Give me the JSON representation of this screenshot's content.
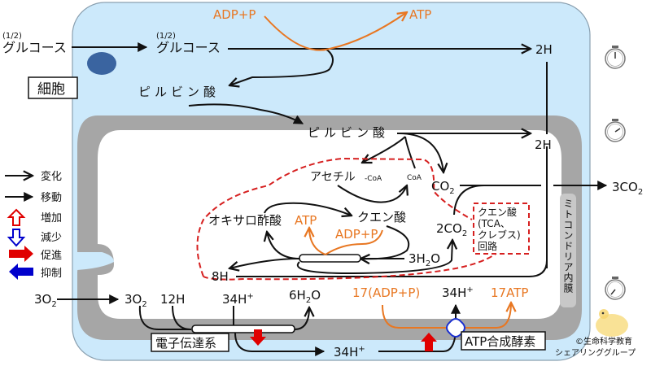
{
  "colors": {
    "cell_fill": "#cce9fb",
    "cell_stroke": "#8aa0b0",
    "membrane": "#a6a6a6",
    "matrix": "#ffffff",
    "orange": "#e87722",
    "red": "#e00000",
    "blue": "#0000cc",
    "nucleus": "#3a64a0"
  },
  "outside": {
    "glucose_fraction": "(1/2)",
    "glucose": "グルコース",
    "o2_in": "3O",
    "o2_in_sub": "2",
    "co2_out": "3CO",
    "co2_out_sub": "2"
  },
  "cell": {
    "label": "細胞",
    "glucose_fraction": "(1/2)",
    "glucose": "グルコース",
    "pyruvate": "ピルビン酸",
    "adp_p": "ADP+P",
    "atp": "ATP",
    "two_h": "2H"
  },
  "mitochondria": {
    "pyruvate": "ピルビン酸",
    "acetyl": "アセチル",
    "acetyl_coa_suffix": "-CoA",
    "coa": "CoA",
    "co2": "CO",
    "co2_sub": "2",
    "two_h": "2H",
    "citric_acid": "クエン酸",
    "oxaloacetate": "オキサロ酢酸",
    "atp": "ATP",
    "adp_p": "ADP+P",
    "two_co2": "2CO",
    "two_co2_sub": "2",
    "three_h2o_pre": "3H",
    "three_h2o_sub": "2",
    "three_h2o_post": "O",
    "eight_h": "8H",
    "tca_box_lines": [
      "クエン酸",
      "(TCA、",
      "クレブス)",
      "回路"
    ],
    "inner_membrane_label": "ミトコンドリア内膜",
    "o2": "3O",
    "o2_sub": "2",
    "twelve_h": "12H",
    "h_plus_34": "34H",
    "h_plus_sup": "+",
    "water_pre": "6H",
    "water_sub": "2",
    "water_post": "O",
    "adp_17": "17(ADP+P)",
    "atp_17": "17ATP",
    "h_plus_34_top": "34H",
    "h_plus_34_bottom": "34H",
    "etc_label": "電子伝達系",
    "atp_synthase_label": "ATP合成酵素"
  },
  "legend": [
    {
      "icon": "open-arrow",
      "label": "変化"
    },
    {
      "icon": "filled-arrow",
      "label": "移動"
    },
    {
      "icon": "red-up-arrow",
      "label": "増加"
    },
    {
      "icon": "blue-down-arrow",
      "label": "減少"
    },
    {
      "icon": "red-plus-arrow",
      "label": "促進"
    },
    {
      "icon": "blue-minus-arrow",
      "label": "抑制"
    }
  ],
  "stopwatches": [
    {
      "name": "stopwatch-1",
      "hand": "12:00"
    },
    {
      "name": "stopwatch-2",
      "hand": "2:00"
    },
    {
      "name": "stopwatch-3",
      "hand": "7:00"
    }
  ],
  "credit": {
    "line1": "©生命科学教育",
    "line2": "シェアリンググループ"
  }
}
